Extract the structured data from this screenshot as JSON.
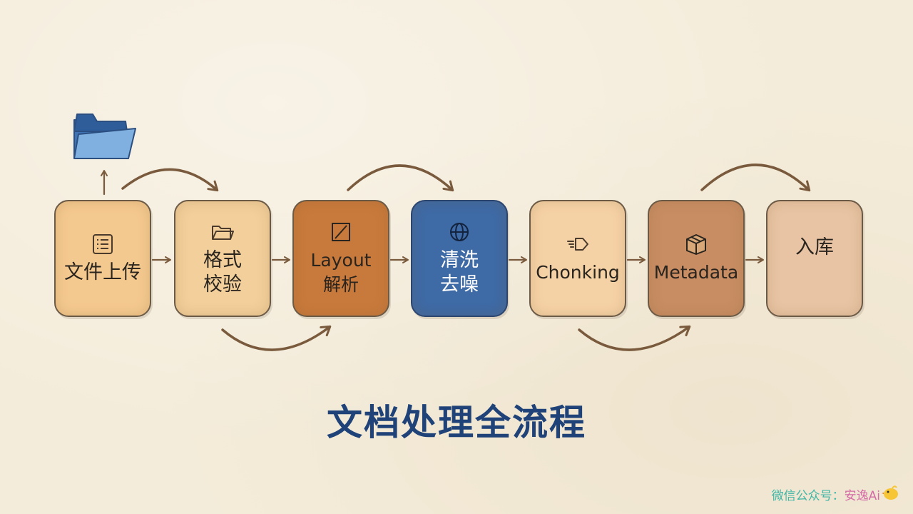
{
  "diagram": {
    "title": "文档处理全流程",
    "steps": [
      {
        "label": "文件上传",
        "icon": "document-lines-icon"
      },
      {
        "label": "格式\n校验",
        "icon": "open-folder-icon"
      },
      {
        "label": "Layout\n解析",
        "icon": "diagonal-frame-icon"
      },
      {
        "label": "清洗\n去噪",
        "icon": "globe-icon"
      },
      {
        "label": "Chonking",
        "icon": "speed-arrow-icon"
      },
      {
        "label": "Metadata",
        "icon": "package-box-icon"
      },
      {
        "label": "入库",
        "icon": ""
      }
    ],
    "source_icon": "blue-folder-icon",
    "colors": {
      "title": "#1f4278",
      "step_fills": [
        "#f4c98f",
        "#f2cf9b",
        "#c87a3c",
        "#3e6aa5",
        "#f5d2a6",
        "#c88d63",
        "#e8c4a4"
      ],
      "arrow": "#7a5a3c"
    }
  },
  "watermark": {
    "prefix": "微信公众号：",
    "brand": "安逸Ai"
  }
}
